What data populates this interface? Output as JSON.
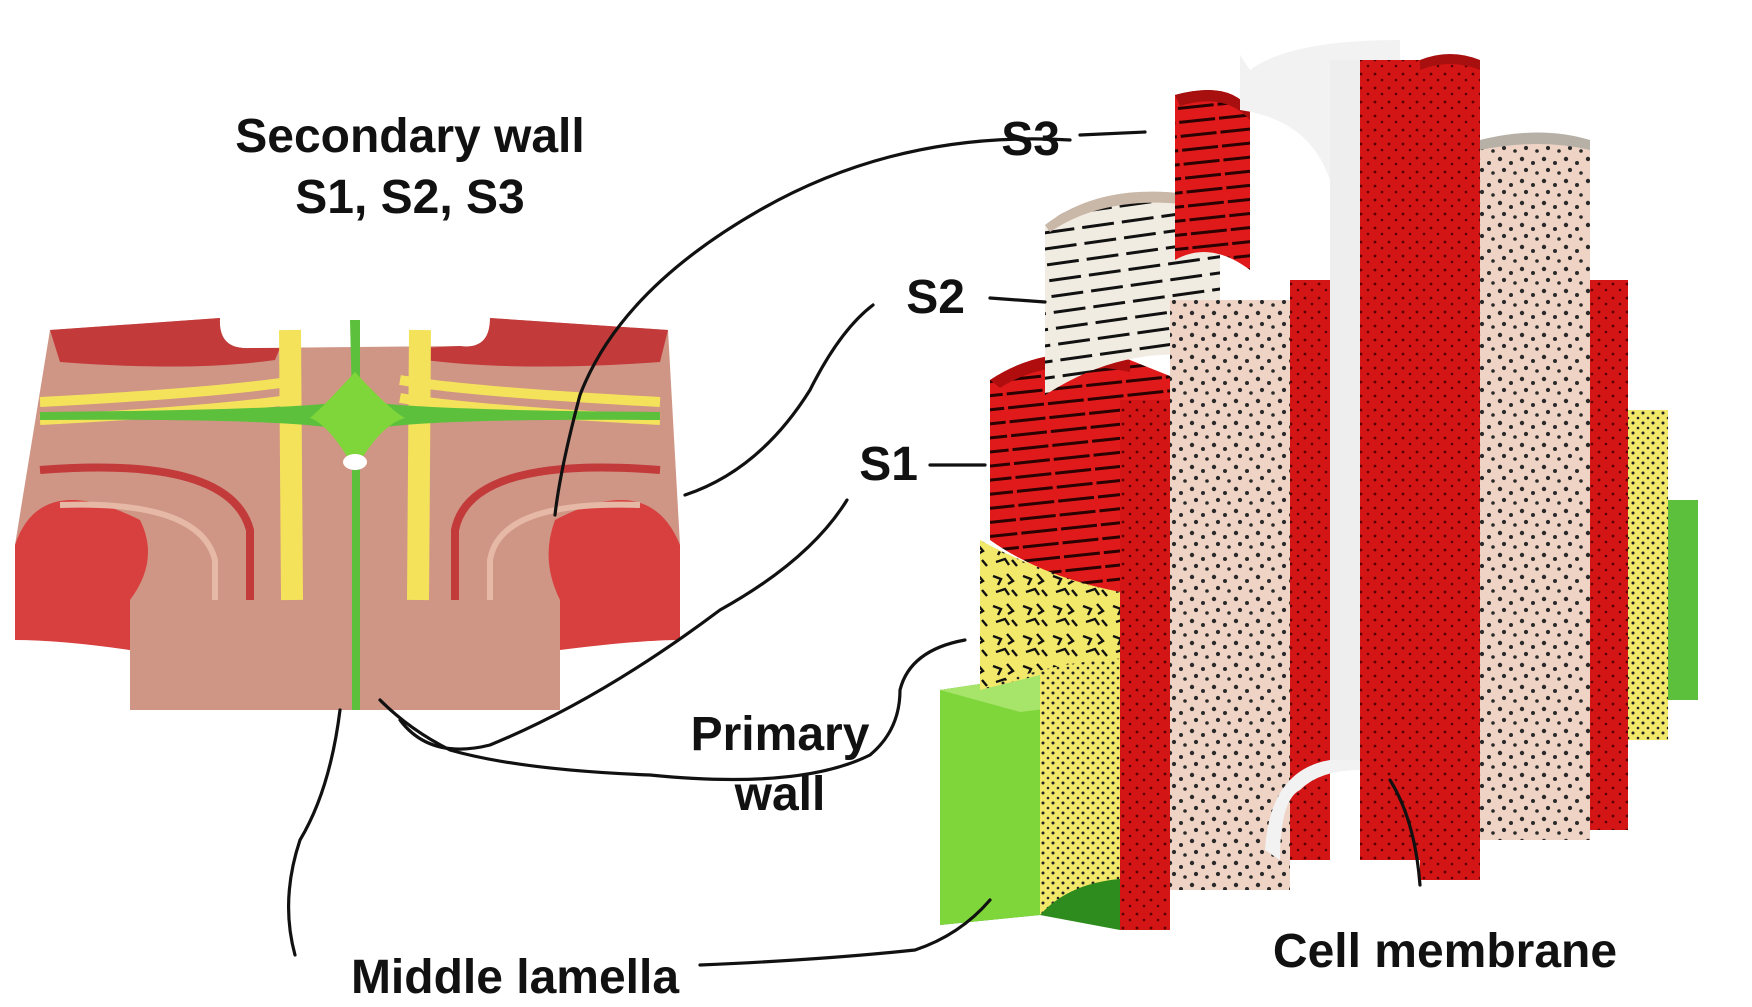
{
  "labels": {
    "secondary_wall_line1": "Secondary wall",
    "secondary_wall_line2": "S1, S2, S3",
    "s3": "S3",
    "s2": "S2",
    "s1": "S1",
    "primary_wall_line1": "Primary",
    "primary_wall_line2": "wall",
    "middle_lamella": "Middle lamella",
    "cell_membrane": "Cell membrane"
  },
  "colors": {
    "s1_s3_layer": "#e01a1a",
    "s2_layer": "#efd4c6",
    "primary_wall": "#f2e86a",
    "middle_lamella": "#7fd63a",
    "secondary_wall_section": "#cf9585",
    "outer_corner_red": "#d8403f",
    "cell_membrane": "#efefef"
  }
}
